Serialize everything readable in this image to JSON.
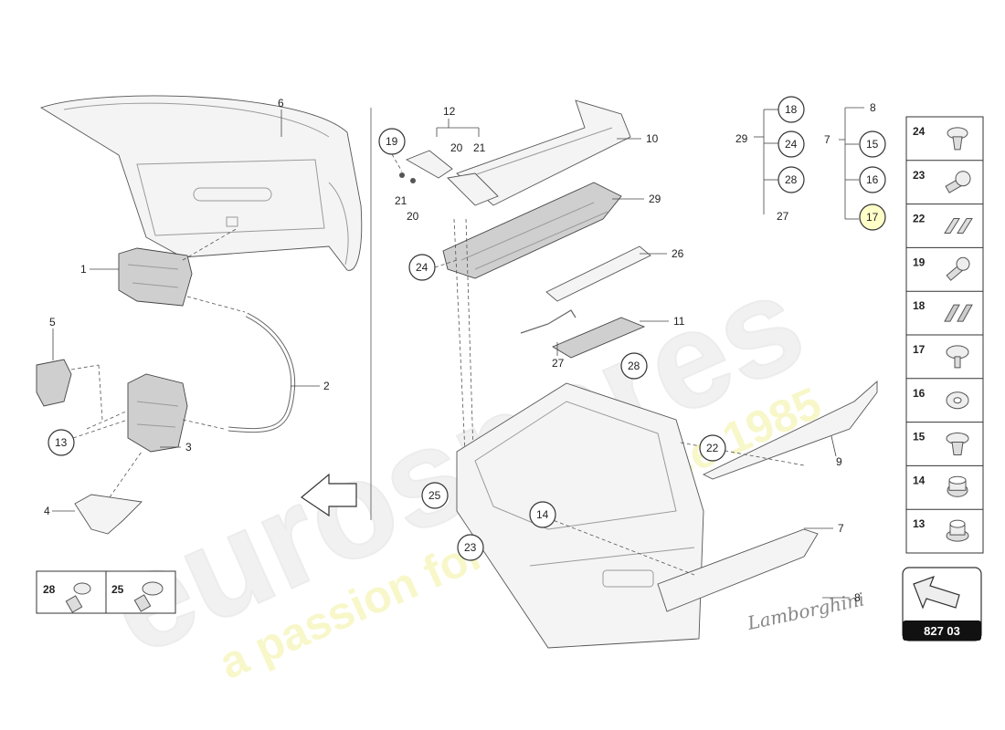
{
  "watermark": {
    "brand": "eurospares",
    "tagline": "a passion for parts since 1985"
  },
  "callouts": {
    "c1": "1",
    "c2": "2",
    "c3": "3",
    "c4": "4",
    "c5": "5",
    "c6": "6",
    "c7": "7",
    "c8": "8",
    "c9": "9",
    "c10": "10",
    "c11": "11",
    "c12": "12",
    "c13": "13",
    "c14": "14",
    "c19": "19",
    "c20a": "20",
    "c21a": "21",
    "c20b": "20",
    "c21b": "21",
    "c22": "22",
    "c23": "23",
    "c24": "24",
    "c25": "25",
    "c26": "26",
    "c27": "27",
    "c28": "28",
    "c29": "29"
  },
  "group_legend": {
    "g29": "29",
    "g27": "27",
    "g18": "18",
    "g24": "24",
    "g28": "28",
    "g7": "7",
    "g8": "8",
    "g15": "15",
    "g16": "16",
    "g17": "17"
  },
  "hardware_panel": [
    {
      "num": "24",
      "icon": "push-clip-icon"
    },
    {
      "num": "23",
      "icon": "screw-icon"
    },
    {
      "num": "22",
      "icon": "foam-pad-icon"
    },
    {
      "num": "19",
      "icon": "bolt-icon"
    },
    {
      "num": "18",
      "icon": "adhesive-pad-icon"
    },
    {
      "num": "17",
      "icon": "flat-screw-icon"
    },
    {
      "num": "16",
      "icon": "washer-icon"
    },
    {
      "num": "15",
      "icon": "expansion-clip-icon"
    },
    {
      "num": "14",
      "icon": "nut-icon"
    },
    {
      "num": "13",
      "icon": "flange-nut-icon"
    }
  ],
  "bottom_panel": [
    {
      "num": "28",
      "icon": "torx-screw-icon"
    },
    {
      "num": "25",
      "icon": "collar-screw-icon"
    }
  ],
  "diagram_code": "827 03",
  "badge_script": "Lamborghini"
}
